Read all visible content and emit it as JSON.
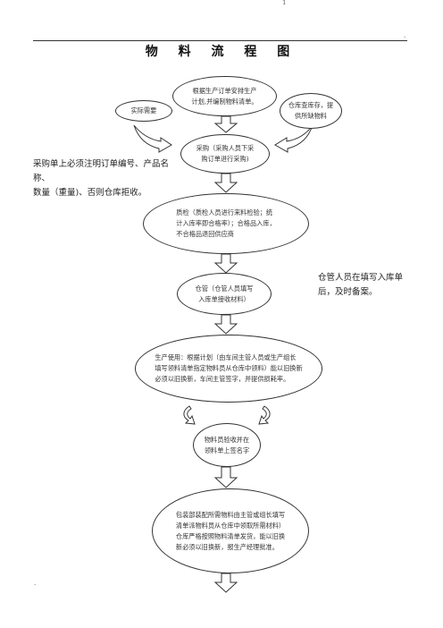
{
  "page": {
    "title": "物 料 流 程 图",
    "top_mark": "1",
    "bottom_mark": ".",
    "rule_mark": "."
  },
  "nodes": {
    "plan": "根据生产订单安排生产\n计划,并编制物料清单。",
    "actual_need": "实际需要",
    "inventory": "仓库查库存，提\n供所缺物料",
    "purchase": "采购（采购人员下采\n购订单进行采购)",
    "inspection": "质检（质检人员进行来料检验；统\n计入库率即合格率）；合格品入库，\n不合格品退回供应商",
    "warehouse": "仓管（仓管人员填写\n入库单接收材料）",
    "production": "生产使用：根据计划（由车间主管人员或生产组长\n填写领料清单指定物料员从仓库中领料）能以旧换新\n必须以旧换新，车间主管签字，并提供损耗率。",
    "material_clerk": "物料员验收并在\n领料单上签名字",
    "packaging": "包装部装配所需物料由主管或组长填写\n清单派物料员从仓库中领取所需材料）\n仓库严格按照物料清单发货，能以旧换\n新必须以旧换新，报生产经理批准。"
  },
  "notes": {
    "purchase_note": "采购单上必须注明订单编号、产品名称、\n数量（重量)、否则仓库拒收。",
    "warehouse_note": "仓管人员在填写入库单\n后，及时备案。"
  }
}
